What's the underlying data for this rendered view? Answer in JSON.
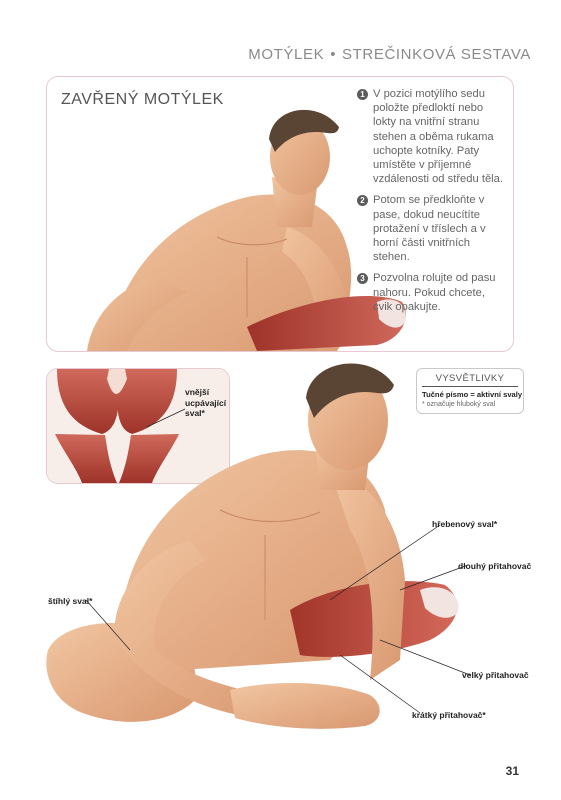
{
  "header": {
    "section": "MOTÝLEK",
    "bullet": "•",
    "title": "STREČINKOVÁ SESTAVA"
  },
  "top_panel": {
    "title": "ZAVŘENÝ MOTÝLEK",
    "steps": [
      {
        "num": "1",
        "text": "V pozici motýlího sedu položte předloktí nebo lokty na vnitřní stranu stehen a oběma rukama uchopte kotníky. Paty umístěte v příjemné vzdálenosti od středu těla."
      },
      {
        "num": "2",
        "text": "Potom se předkloňte v pase, dokud neucítíte protažení v tříslech a v horní části vnitřních stehen."
      },
      {
        "num": "3",
        "text": "Pozvolna rolujte od pasu nahoru. Pokud chcete, cvik opakujte."
      }
    ]
  },
  "inset": {
    "label": "vnější ucpávající sval*"
  },
  "legend": {
    "title": "VYSVĚTLIVKY",
    "line1": "Tučné písmo = aktivní svaly",
    "line2": "* označuje hluboký sval"
  },
  "muscle_labels": {
    "hrebenovy": "hřebenový sval*",
    "dlouhy": "dlouhý přitahovač",
    "stihly": "štíhlý sval*",
    "velky": "velký přitahovač",
    "kratky": "krátký přitahovač*"
  },
  "page_number": "31",
  "colors": {
    "panel_border": "#e7c9cf",
    "skin": "#e9b48c",
    "muscle": "#b8443a",
    "hair": "#5a4535"
  }
}
